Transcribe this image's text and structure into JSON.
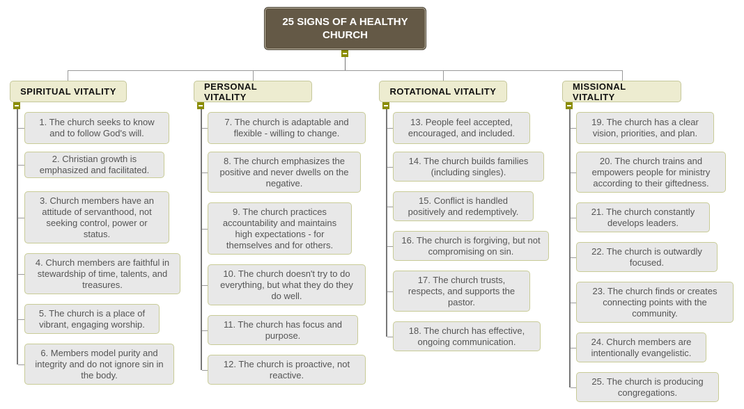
{
  "root": {
    "title": "25 SIGNS OF A HEALTHY CHURCH"
  },
  "categories": [
    {
      "label": "SPIRITUAL VITALITY",
      "items": [
        "1. The church seeks to know and to follow God's will.",
        "2. Christian growth is emphasized and facilitated.",
        "3. Church members have an attitude of servanthood, not seeking control, power or status.",
        "4. Church members are faithful in stewardship of time, talents, and treasures.",
        "5. The church is a place of vibrant, engaging worship.",
        "6. Members model purity and integrity and do not ignore sin in the body."
      ]
    },
    {
      "label": "PERSONAL VITALITY",
      "items": [
        "7. The church is adaptable and flexible - willing to change.",
        "8. The church emphasizes the positive and never dwells on the negative.",
        "9. The church practices accountability and maintains high expectations - for themselves and for others.",
        "10. The church doesn't try to do everything, but what they do they do well.",
        "11. The church has focus and purpose.",
        "12. The church is proactive, not reactive."
      ]
    },
    {
      "label": "ROTATIONAL VITALITY",
      "items": [
        "13. People feel accepted, encouraged, and included.",
        "14. The church builds families (including singles).",
        "15. Conflict is handled positively and redemptively.",
        "16. The church is forgiving, but not compromising on sin.",
        "17. The church trusts, respects, and supports the pastor.",
        "18. The church has effective, ongoing communication."
      ]
    },
    {
      "label": "MISSIONAL VITALITY",
      "items": [
        "19. The church has a clear vision, priorities, and plan.",
        "20. The church trains and empowers people for ministry according to their giftedness.",
        "21. The church constantly develops leaders.",
        "22. The church is outwardly focused.",
        "23. The church finds or creates connecting points with the community.",
        "24. Church members are intentionally evangelistic.",
        "25. The church is producing congregations."
      ]
    }
  ]
}
